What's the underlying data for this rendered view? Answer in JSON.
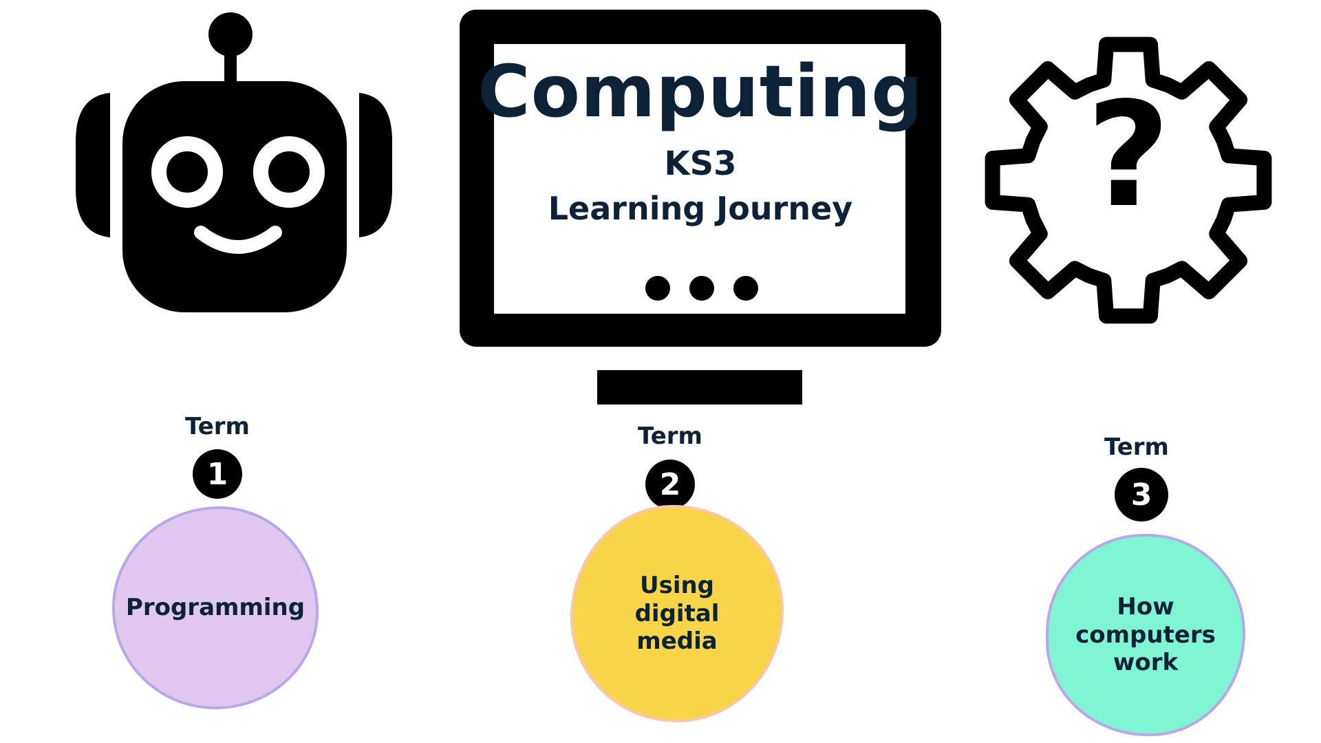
{
  "header": {
    "title": "Computing",
    "subtitle": "KS3",
    "heading": "Learning Journey"
  },
  "terms": [
    {
      "label": "Term",
      "number": "1",
      "topic": "Programming",
      "color": "#e0c8f0"
    },
    {
      "label": "Term",
      "number": "2",
      "topic": "Using digital media",
      "color": "#f8d548"
    },
    {
      "label": "Term",
      "number": "3",
      "topic": "How computers work",
      "color": "#80f5d4"
    }
  ],
  "icons": {
    "left": "robot-icon",
    "center": "monitor-icon",
    "right": "gear-question-icon"
  }
}
